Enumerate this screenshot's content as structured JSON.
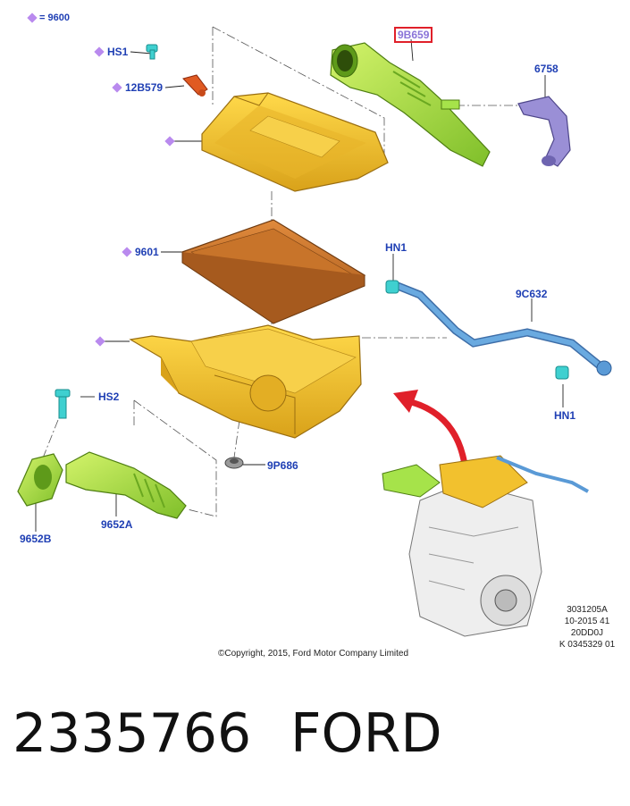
{
  "legend": {
    "symbol": "◆",
    "equals": "= 9600"
  },
  "callouts": {
    "hs1": "HS1",
    "p12b579": "12B579",
    "p9b659": "9B659",
    "p6758": "6758",
    "p9601": "9601",
    "hn1_top": "HN1",
    "p9c632": "9C632",
    "hn1_bottom": "HN1",
    "hs2": "HS2",
    "p9p686": "9P686",
    "p9652b": "9652B",
    "p9652a": "9652A"
  },
  "reference_codes": [
    "3031205A",
    "10-2015 41",
    "20DD0J",
    "K 0345329 01"
  ],
  "copyright": "©Copyright, 2015, Ford Motor Company Limited",
  "part_number": "2335766",
  "brand": "FORD",
  "colors": {
    "label_blue": "#1f3fb4",
    "diamond_purple": "#b98aee",
    "highlight_red": "#e0202a",
    "airbox_yellow": "#f2c12e",
    "filter_orange": "#c8742a",
    "duct_green": "#a6e34a",
    "pipe_blue": "#5a9ad6",
    "hose_violet": "#8a7fc7",
    "clip_cyan": "#3fd0d0"
  }
}
